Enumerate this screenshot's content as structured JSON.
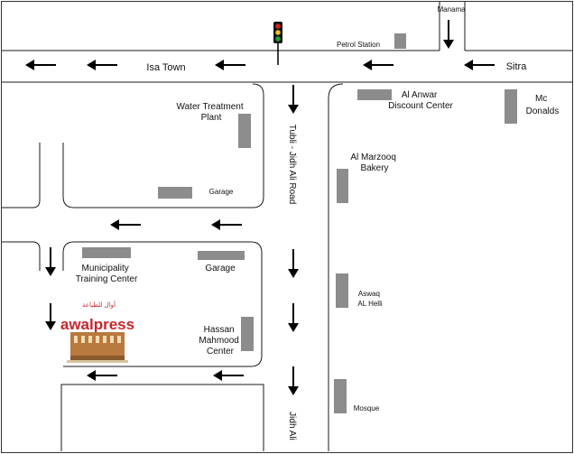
{
  "roads": {
    "isa_town": "Isa Town",
    "sitra": "Sitra",
    "manama": "Manama",
    "tubli_jidh_ali_road": "Tubli - Jidh Ali Road",
    "jidh_ali": "Jidh Ali"
  },
  "places": {
    "petrol_station": "Petrol Station",
    "water_treatment_line1": "Water Treatment",
    "water_treatment_line2": "Plant",
    "garage_top": "Garage",
    "al_anwar_line1": "Al Anwar",
    "al_anwar_line2": "Discount Center",
    "mc_donalds_line1": "Mc",
    "mc_donalds_line2": "Donalds",
    "al_marzooq_line1": "Al Marzooq",
    "al_marzooq_line2": "Bakery",
    "municipality_line1": "Municipality",
    "municipality_line2": "Training Center",
    "garage_mid": "Garage",
    "aswaq_line1": "Aswaq",
    "aswaq_line2": "AL Helli",
    "hassan_line1": "Hassan",
    "hassan_line2": "Mahmood",
    "hassan_line3": "Center",
    "mosque": "Mosque"
  },
  "logo": {
    "brand": "awalpress",
    "arabic": "أوال للطباعة"
  },
  "colors": {
    "building_block": "#8c8c8c",
    "traffic_light_red": "#d62020",
    "traffic_light_yellow": "#e8c320",
    "traffic_light_green": "#2a9a3a",
    "logo_red": "#c8252c"
  }
}
